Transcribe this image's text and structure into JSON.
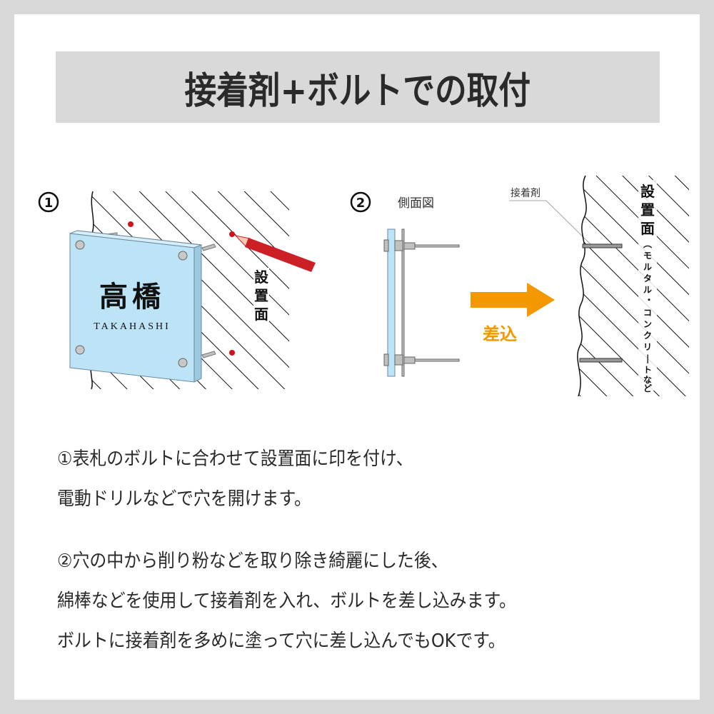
{
  "title": "接着剤+ボルトでの取付",
  "colors": {
    "frame": "#d9d9d9",
    "title_bar": "#d9d9d9",
    "plate_blue": "#bde3f7",
    "pencil_red": "#cc1f26",
    "mark_red": "#d0121b",
    "arrow_orange": "#f39800",
    "bolt_gray": "#c0c0c0",
    "text": "#2a2a2a"
  },
  "step1": {
    "number": "①",
    "plate_name_kanji": "高橋",
    "plate_name_roman": "TAKAHASHI",
    "surface_label": "設置面"
  },
  "step2": {
    "number": "②",
    "side_view_label": "側面図",
    "arrow_label": "差込",
    "adhesive_label": "接着剤",
    "surface_label": "設置面",
    "surface_note": "（モルタル・コンクリートなど）"
  },
  "instructions": {
    "step1_line1": "①表札のボルトに合わせて設置面に印を付け、",
    "step1_line2": "電動ドリルなどで穴を開けます。",
    "step2_line1": "②穴の中から削り粉などを取り除き綺麗にした後、",
    "step2_line2": "綿棒などを使用して接着剤を入れ、ボルトを差し込みます。",
    "step2_line3": "ボルトに接着剤を多めに塗って穴に差し込んでもOKです。"
  }
}
